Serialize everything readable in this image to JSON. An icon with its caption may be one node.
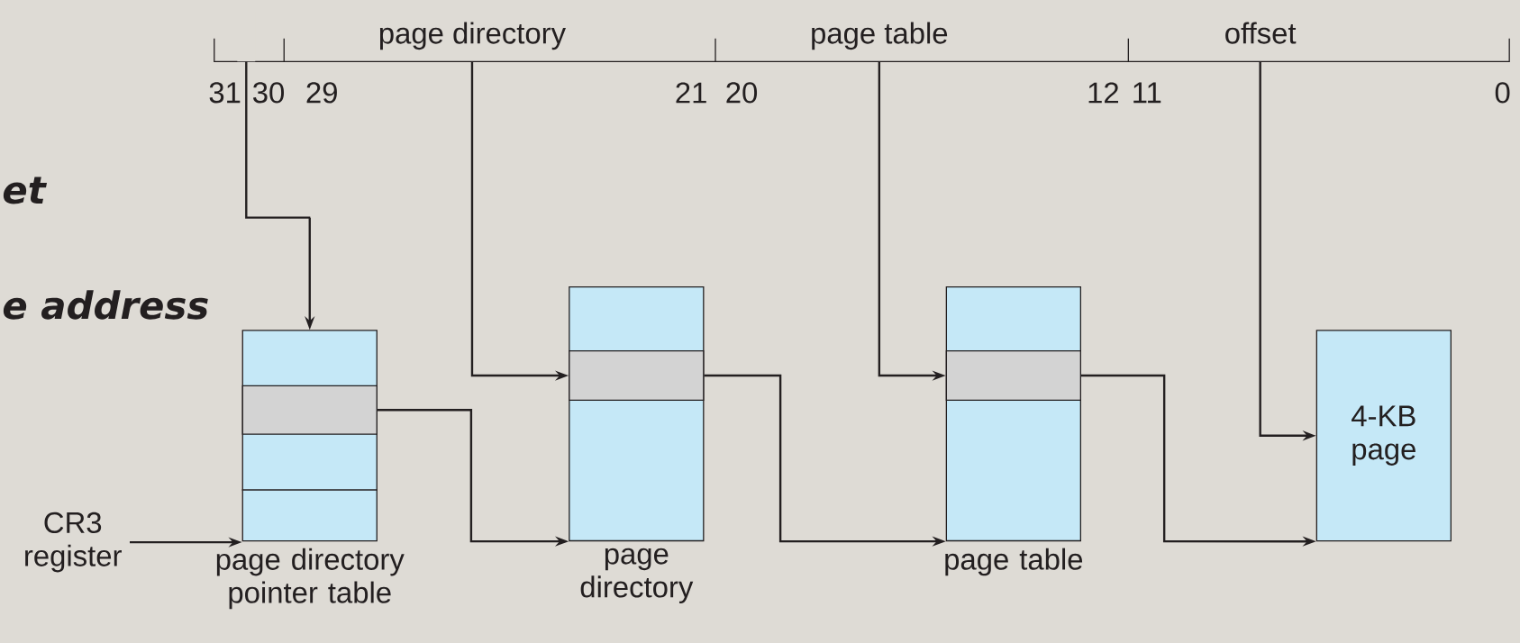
{
  "diagram": {
    "nodes": [
      {
        "text": [],
        "shape": "bar"
      },
      {
        "text": [
          "page directory"
        ]
      },
      {
        "text": [
          "page table"
        ]
      },
      {
        "text": [
          "offset"
        ]
      },
      {
        "text": [
          "CR3 register"
        ]
      },
      {
        "text": [
          "page directory pointer table"
        ]
      },
      {
        "text": [],
        "shape": "box",
        "in": 5
      },
      {
        "text": [
          "page directory"
        ]
      },
      {
        "text": [],
        "shape": "box",
        "in": 7
      },
      {
        "text": [
          "page table"
        ]
      },
      {
        "text": [],
        "shape": "box",
        "in": 9
      },
      {
        "text": [
          "4-KB page"
        ]
      }
    ],
    "edges": [
      {
        "from": 0,
        "to": 5,
        "arrow": "to"
      },
      {
        "from": 1,
        "to": 8,
        "arrow": "to"
      },
      {
        "from": 2,
        "to": 10,
        "arrow": "to"
      },
      {
        "from": 3,
        "to": 11,
        "arrow": "to"
      },
      {
        "from": 4,
        "to": 5,
        "arrow": "to"
      },
      {
        "from": 6,
        "to": 7,
        "arrow": "to"
      },
      {
        "from": 8,
        "to": 9,
        "arrow": "to"
      },
      {
        "from": 10,
        "to": 11,
        "arrow": "to"
      }
    ],
    "labels": [
      "et",
      "e address",
      "31",
      "30",
      "29",
      "21",
      "20",
      "12",
      "11",
      "0"
    ]
  }
}
